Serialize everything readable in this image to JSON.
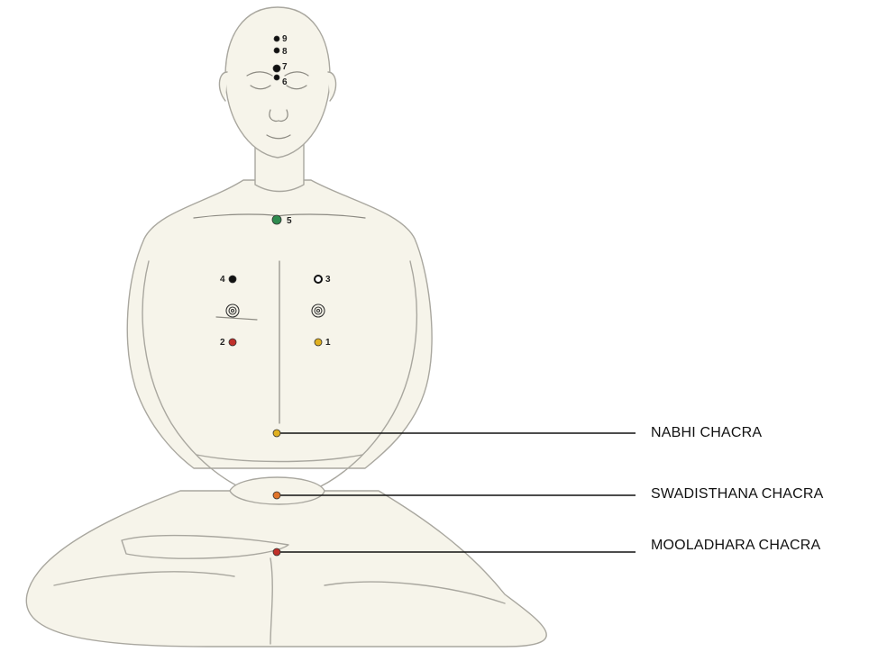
{
  "colors": {
    "green": "#2e8b4f",
    "yellow": "#e0b020",
    "orange": "#e0742a",
    "red": "#c0302a",
    "black": "#111111",
    "sketch_fill": "#f6f4ea",
    "sketch_stroke": "#9c9a92"
  },
  "figure": {
    "name": "seated-meditator-sketch"
  },
  "points": [
    {
      "number": "9",
      "color": "black"
    },
    {
      "number": "8",
      "color": "black"
    },
    {
      "number": "7",
      "color": "black"
    },
    {
      "number": "6",
      "color": "black"
    },
    {
      "number": "5",
      "color": "green"
    },
    {
      "number": "4",
      "color": "black"
    },
    {
      "number": "3",
      "color": "black-ring"
    },
    {
      "number": "2",
      "color": "red"
    },
    {
      "number": "1",
      "color": "yellow"
    }
  ],
  "chakras": [
    {
      "label": "NABHI CHACRA",
      "color": "yellow"
    },
    {
      "label": "SWADISTHANA CHACRA",
      "color": "orange"
    },
    {
      "label": "MOOLADHARA CHACRA",
      "color": "red"
    }
  ]
}
